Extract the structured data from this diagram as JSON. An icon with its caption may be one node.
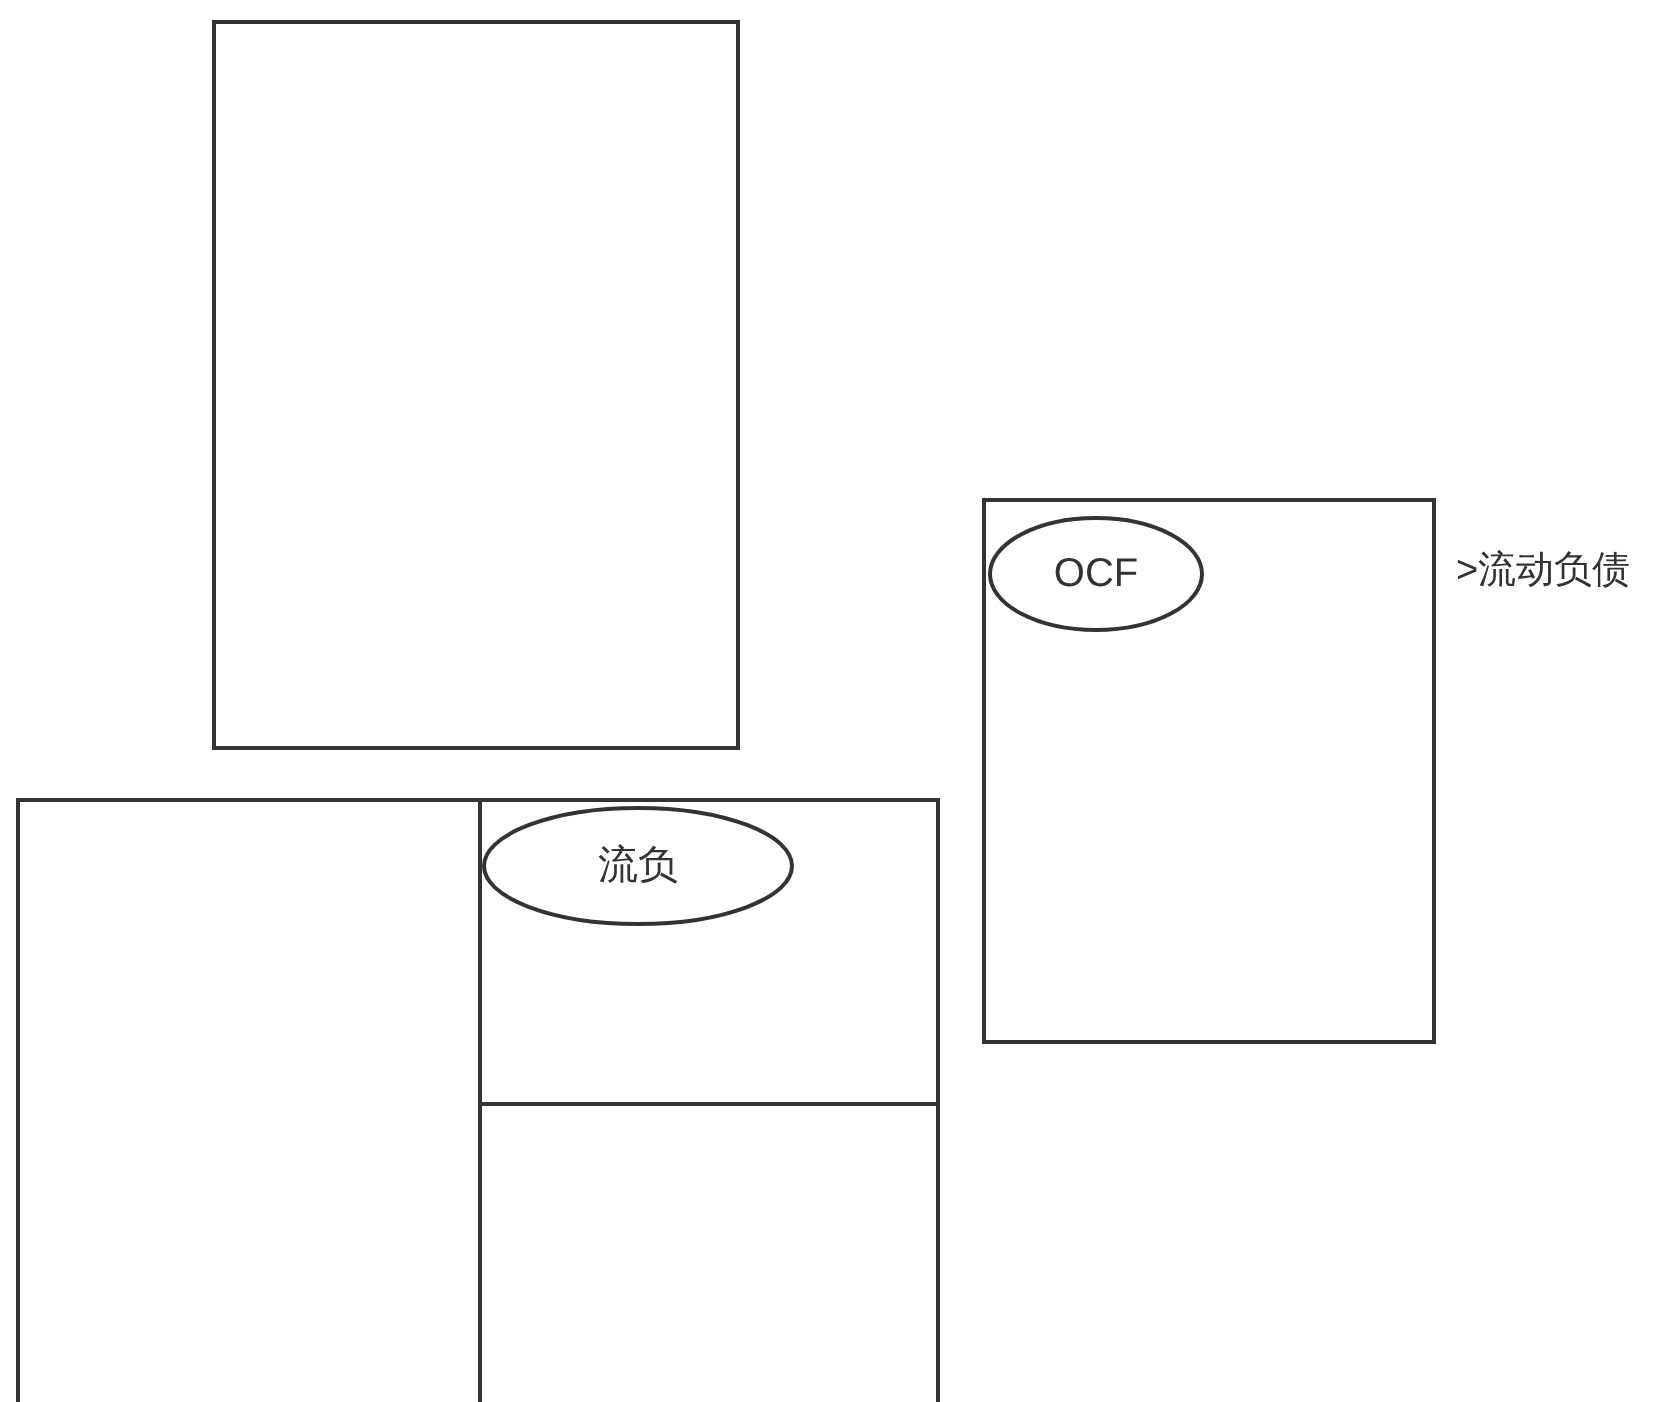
{
  "diagram": {
    "nodes": [
      {
        "text": [],
        "shape": "box"
      },
      {
        "text": [],
        "shape": "box"
      },
      {
        "text": [
          "OCF"
        ],
        "in": 1
      },
      {
        "text": [],
        "shape": "box"
      },
      {
        "text": [],
        "shape": "box"
      },
      {
        "text": [
          "流负"
        ],
        "in": 4
      },
      {
        "text": [],
        "shape": "box"
      }
    ],
    "edges": [],
    "labels": [
      ">流动负债"
    ]
  }
}
